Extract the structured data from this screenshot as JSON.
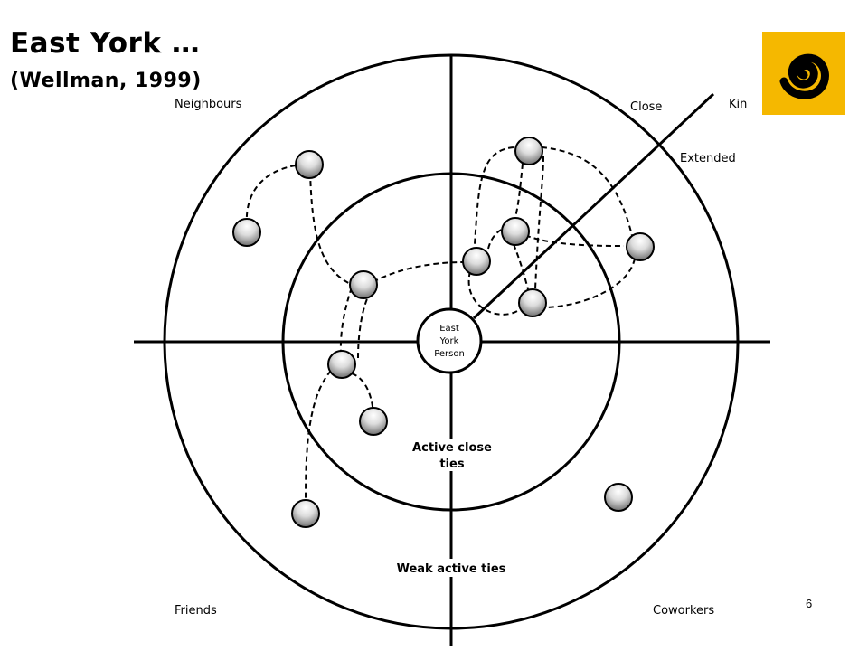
{
  "slide": {
    "title": "East York …",
    "subtitle": "(Wellman, 1999)",
    "page_number": "6"
  },
  "diagram": {
    "quadrants": {
      "top_left": "Neighbours",
      "bottom_left": "Friends",
      "bottom_right": "Coworkers"
    },
    "axis_labels": {
      "close": "Close",
      "kin": "Kin",
      "extended": "Extended"
    },
    "center": {
      "line1": "East",
      "line2": "York",
      "line3": "Person"
    },
    "rings": {
      "inner_line1": "Active close",
      "inner_line2": "ties",
      "outer": "Weak active ties"
    }
  },
  "colors": {
    "logo_background": "#f5b800",
    "logo_spiral": "#000000",
    "line": "#000000",
    "node_light": "#ffffff",
    "node_dark": "#6f6f6f"
  },
  "icons": {
    "logo": "spiral-logo-icon"
  }
}
